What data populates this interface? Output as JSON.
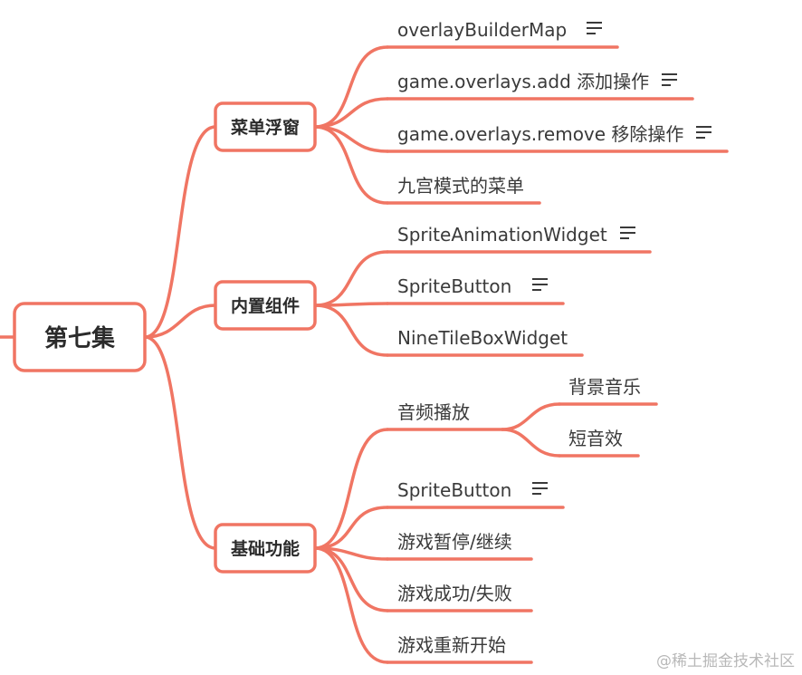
{
  "root": {
    "label": "第七集"
  },
  "groups": [
    {
      "label": "菜单浮窗",
      "items": [
        {
          "label": "overlayBuilderMap",
          "has_note": true
        },
        {
          "label": "game.overlays.add 添加操作",
          "has_note": true
        },
        {
          "label": "game.overlays.remove 移除操作",
          "has_note": true
        },
        {
          "label": "九宫模式的菜单",
          "has_note": false
        }
      ]
    },
    {
      "label": "内置组件",
      "items": [
        {
          "label": "SpriteAnimationWidget",
          "has_note": true
        },
        {
          "label": "SpriteButton",
          "has_note": true
        },
        {
          "label": "NineTileBoxWidget",
          "has_note": false
        }
      ]
    },
    {
      "label": "基础功能",
      "items": [
        {
          "label": "音频播放",
          "has_note": false,
          "children": [
            "背景音乐",
            "短音效"
          ]
        },
        {
          "label": "SpriteButton",
          "has_note": true
        },
        {
          "label": "游戏暂停/继续",
          "has_note": false
        },
        {
          "label": "游戏成功/失败",
          "has_note": false
        },
        {
          "label": "游戏重新开始",
          "has_note": false
        }
      ]
    }
  ],
  "watermark": "@稀土掘金技术社区",
  "colors": {
    "branch": "#f07563",
    "text": "#3a3a3a"
  }
}
